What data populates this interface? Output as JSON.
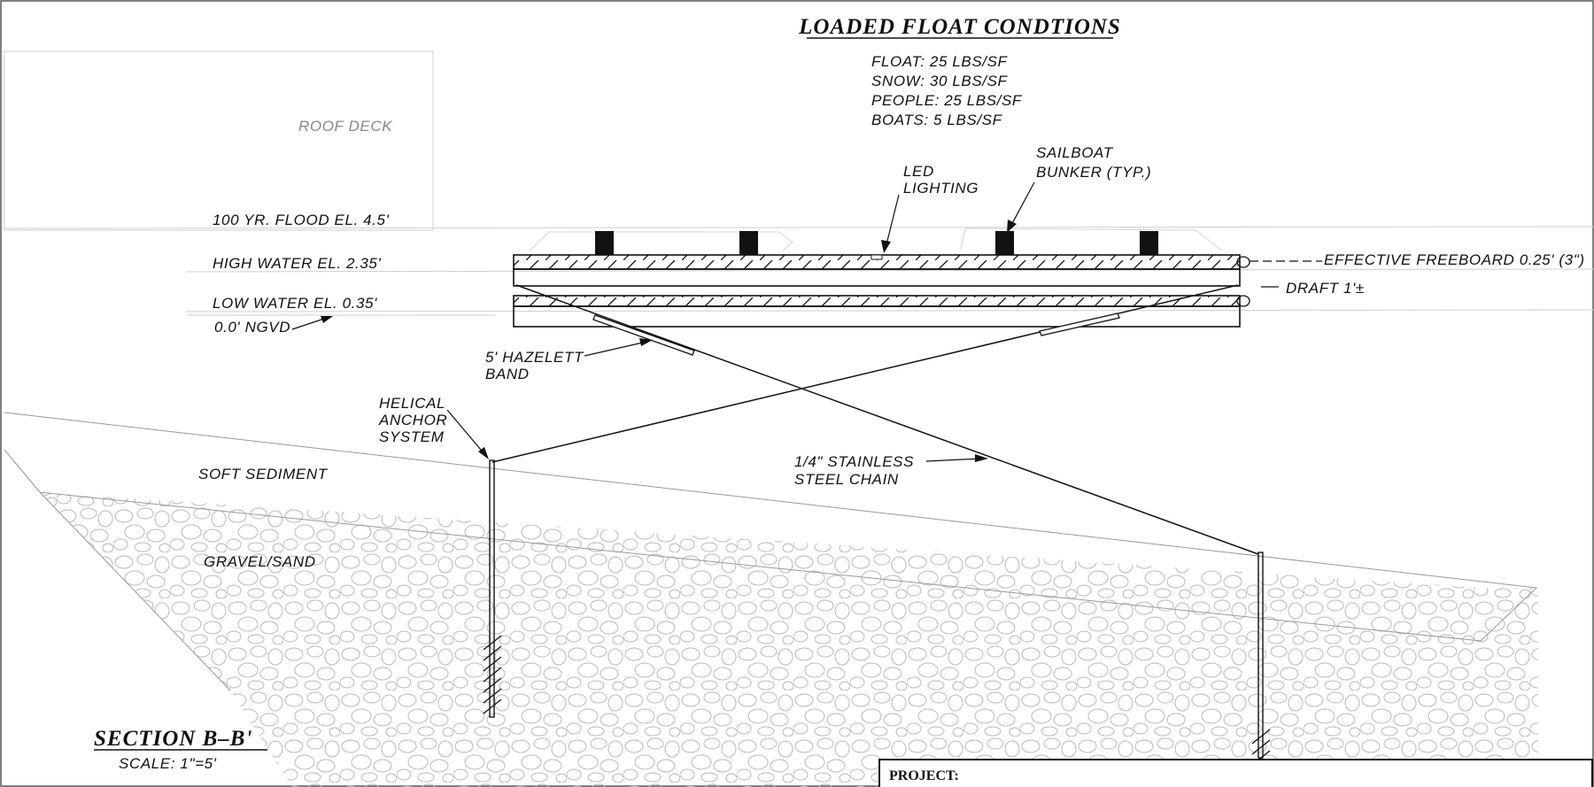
{
  "load_title": "LOADED FLOAT CONDTIONS",
  "loads": [
    "FLOAT: 25 LBS/SF",
    "SNOW: 30 LBS/SF",
    "PEOPLE: 25 LBS/SF",
    "BOATS: 5 LBS/SF"
  ],
  "labels": {
    "roof_deck": "ROOF DECK",
    "flood_el": "100 YR. FLOOD EL. 4.5'",
    "high_water": "HIGH WATER EL. 2.35'",
    "low_water": "LOW WATER EL. 0.35'",
    "ngvd": "0.0' NGVD",
    "led": [
      "LED",
      "LIGHTING"
    ],
    "bunker": [
      "SAILBOAT",
      "BUNKER (TYP.)"
    ],
    "freeboard": "EFFECTIVE FREEBOARD 0.25' (3\")",
    "draft": "DRAFT 1'±",
    "hazelett": [
      "5' HAZELETT",
      "BAND"
    ],
    "helical": [
      "HELICAL",
      "ANCHOR",
      "SYSTEM"
    ],
    "chain": [
      "1/4\" STAINLESS",
      "STEEL CHAIN"
    ],
    "soft": "SOFT SEDIMENT",
    "gravel": "GRAVEL/SAND"
  },
  "section_title": "SECTION B–B'",
  "scale": "SCALE: 1\"=5'",
  "project_label": "PROJECT:"
}
